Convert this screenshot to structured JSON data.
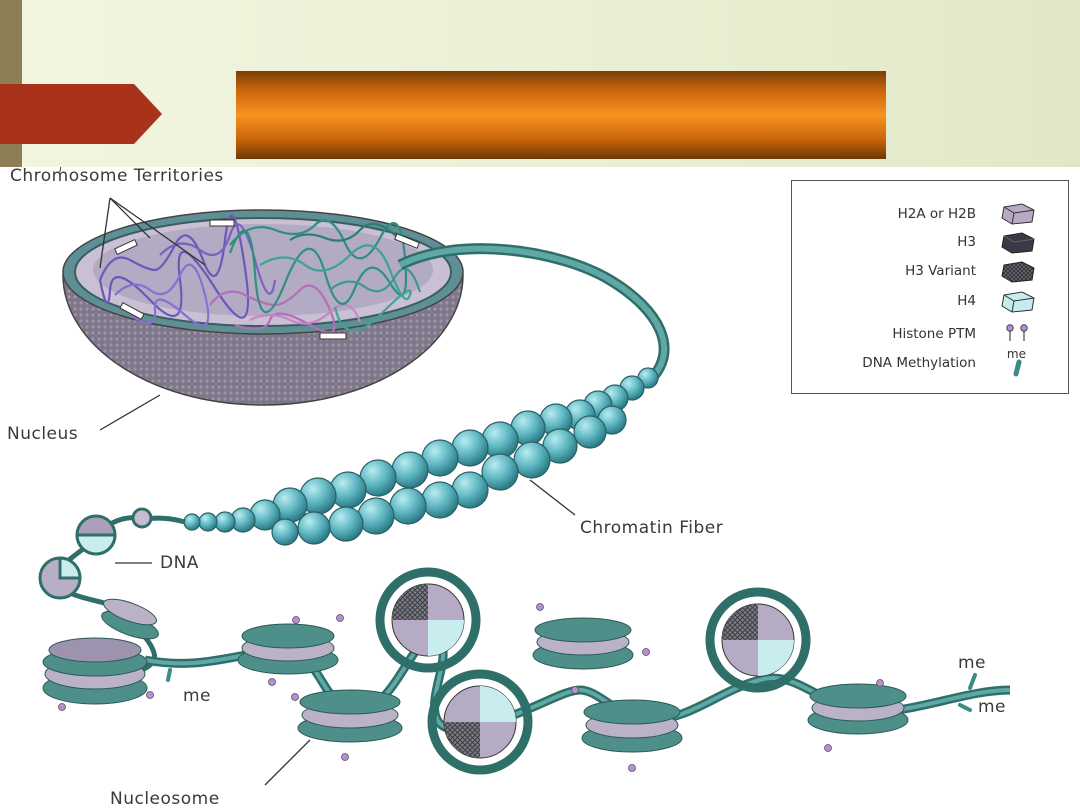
{
  "slide": {
    "title": ""
  },
  "labels": {
    "chromosome_territories": "Chromosome Territories",
    "nucleus": "Nucleus",
    "chromatin_fiber": "Chromatin Fiber",
    "dna": "DNA",
    "nucleosome": "Nucleosome",
    "me_1": "me",
    "me_2": "me",
    "me_3": "me"
  },
  "legend": {
    "items": [
      {
        "label": "H2A or H2B",
        "icon": "h2a-h2b-histone-icon",
        "color": "#b9a9c4"
      },
      {
        "label": "H3",
        "icon": "h3-histone-icon",
        "color": "#3b3848"
      },
      {
        "label": "H3 Variant",
        "icon": "h3-variant-histone-icon",
        "color": "#5a5a62"
      },
      {
        "label": "H4",
        "icon": "h4-histone-icon",
        "color": "#c6ecef"
      },
      {
        "label": "Histone PTM",
        "icon": "histone-ptm-icon",
        "color": "#b58fd3"
      },
      {
        "label": "DNA Methylation",
        "icon": "dna-methylation-icon",
        "color": "#3c8a82",
        "icon_text": "me"
      }
    ]
  },
  "colors": {
    "header_accent": "#a8321a",
    "title_bar": "#f7931e",
    "chromatin": "#2f6f6a",
    "nucleosome_bead": "#5fb7c2"
  }
}
